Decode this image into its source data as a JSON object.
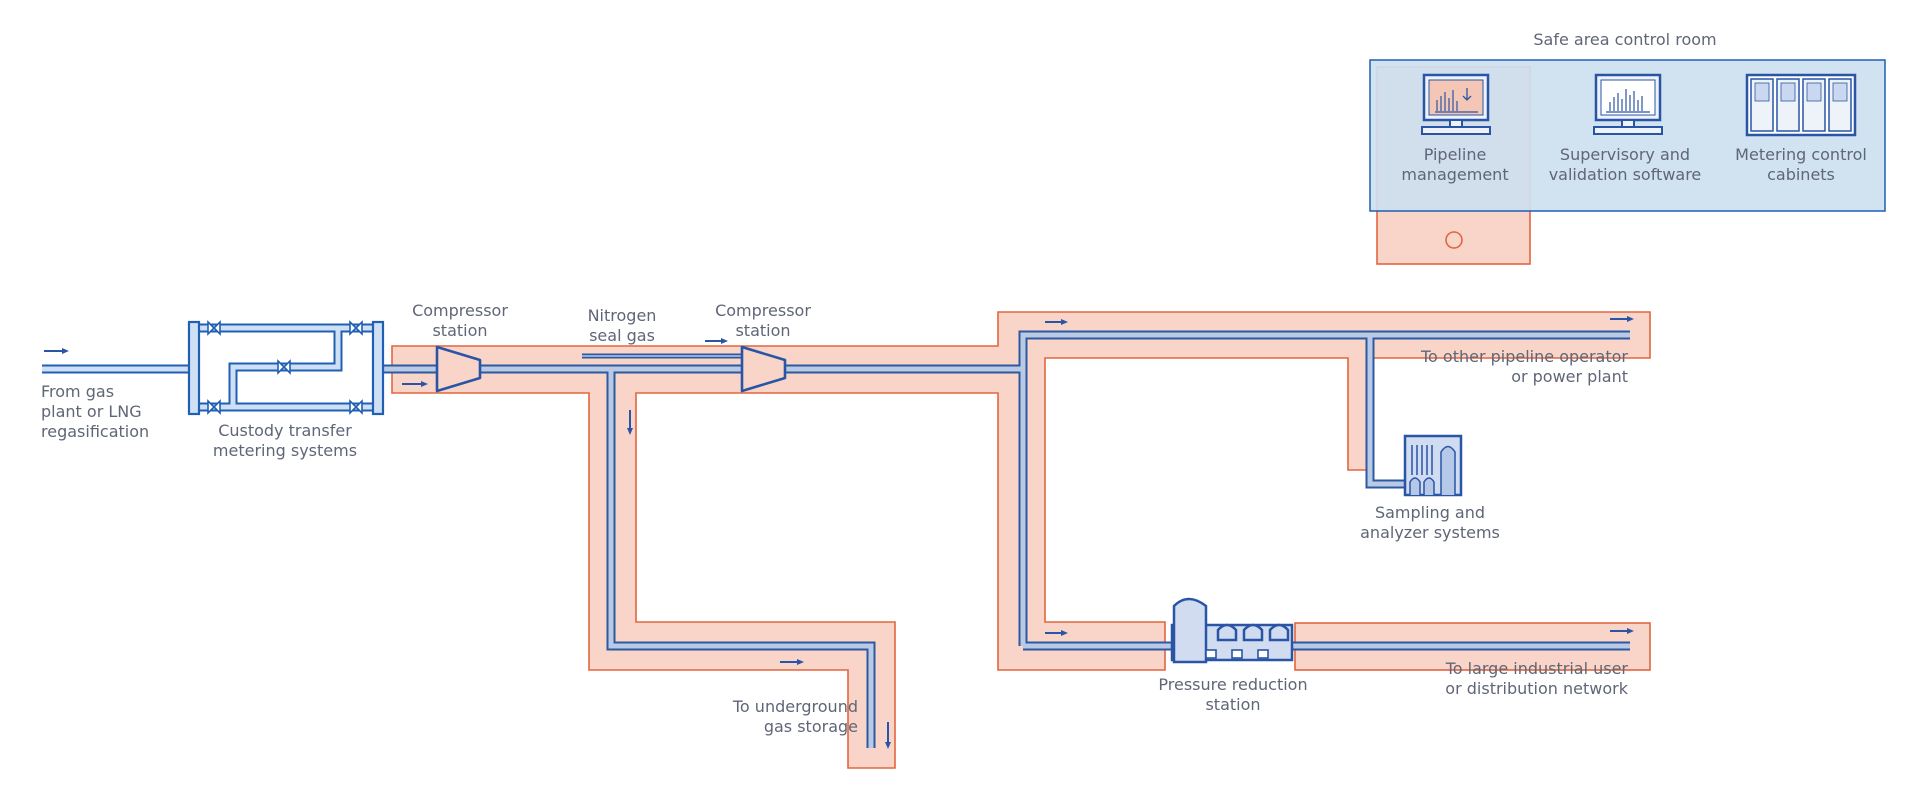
{
  "colors": {
    "highlight_fill": "#f9d5c9",
    "highlight_stroke": "#e2663e",
    "pipe_dark": "#2c5aa0",
    "pipe_light": "#b9c9e6",
    "control_room_fill": "#cddff0",
    "label_text": "#5f6677"
  },
  "control_room": {
    "title": "Safe area control room",
    "items": [
      {
        "icon": "monitor-chart-icon",
        "line1": "Pipeline",
        "line2": "management",
        "highlighted": true
      },
      {
        "icon": "monitor-chart-icon",
        "line1": "Supervisory and",
        "line2": "validation software",
        "highlighted": false
      },
      {
        "icon": "cabinet-icon",
        "line1": "Metering control",
        "line2": "cabinets",
        "highlighted": false
      }
    ]
  },
  "labels": {
    "source_1": "From gas",
    "source_2": "plant or LNG",
    "source_3": "regasification",
    "custody_1": "Custody transfer",
    "custody_2": "metering systems",
    "comp1_1": "Compressor",
    "comp1_2": "station",
    "nitrogen_1": "Nitrogen",
    "nitrogen_2": "seal gas",
    "comp2_1": "Compressor",
    "comp2_2": "station",
    "other_1": "To other pipeline operator",
    "other_2": "or power plant",
    "sampling_1": "Sampling and",
    "sampling_2": "analyzer systems",
    "storage_1": "To underground",
    "storage_2": "gas storage",
    "prs_1": "Pressure reduction",
    "prs_2": "station",
    "industrial_1": "To large industrial user",
    "industrial_2": "or distribution network"
  }
}
